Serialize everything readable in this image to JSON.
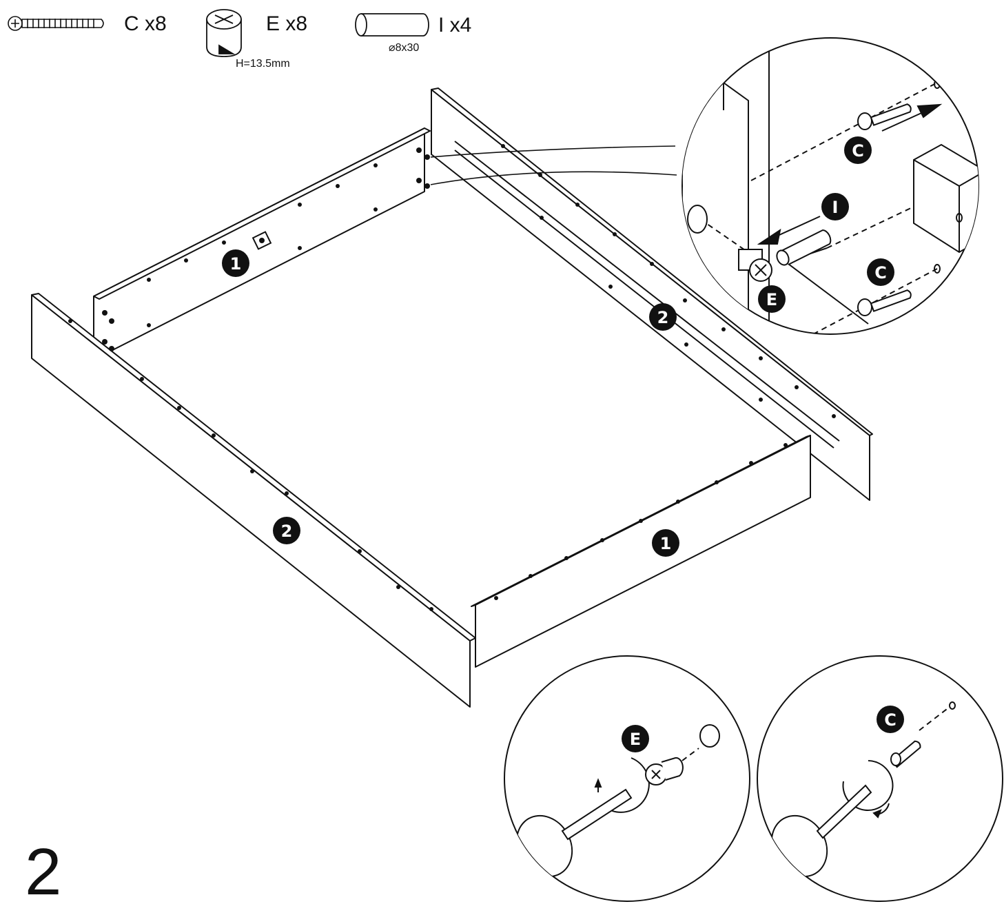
{
  "parts": {
    "c": {
      "label": "C x8"
    },
    "e": {
      "label": "E x8",
      "dimension": "H=13.5mm"
    },
    "i": {
      "label": "I x4",
      "dimension": "⌀8x30"
    }
  },
  "badges": {
    "panel_1": "1",
    "panel_2": "2",
    "C": "C",
    "E": "E",
    "I": "I"
  },
  "step_number": "2",
  "colors": {
    "line": "#111111",
    "background": "#ffffff"
  }
}
